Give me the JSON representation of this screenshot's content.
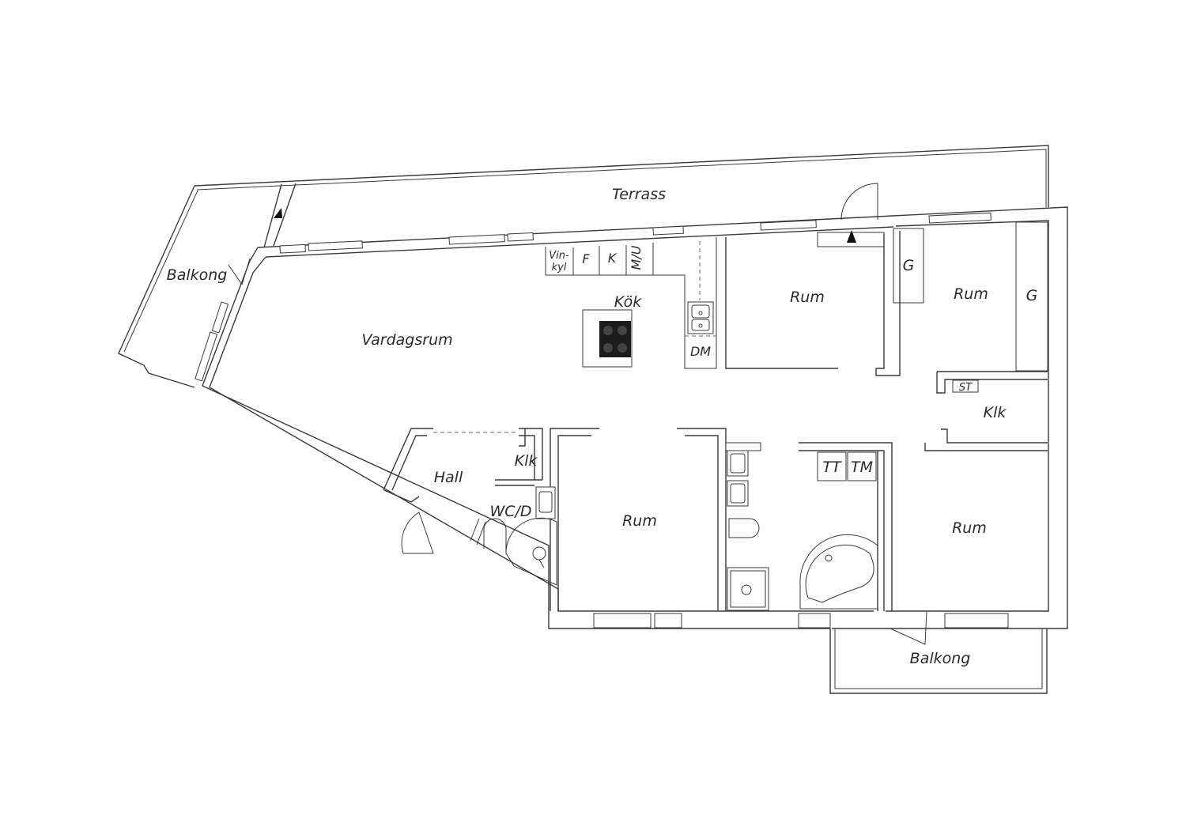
{
  "rooms": {
    "terrass": "Terrass",
    "balkong_west": "Balkong",
    "vardagsrum": "Vardagsrum",
    "kok": "Kök",
    "rum_north": "Rum",
    "rum_northeast": "Rum",
    "g_left": "G",
    "g_right": "G",
    "klk_east": "Klk",
    "st": "ST",
    "hall": "Hall",
    "klk_hall": "Klk",
    "wc_d": "WC/D",
    "rum_center": "Rum",
    "rum_southeast": "Rum",
    "balkong_south": "Balkong"
  },
  "kitchen_units": {
    "vinkyl_line1": "Vin-",
    "vinkyl_line2": "kyl",
    "f": "F",
    "k": "K",
    "m_u": "M/U",
    "dm": "DM"
  },
  "laundry": {
    "tt": "TT",
    "tm": "TM"
  }
}
